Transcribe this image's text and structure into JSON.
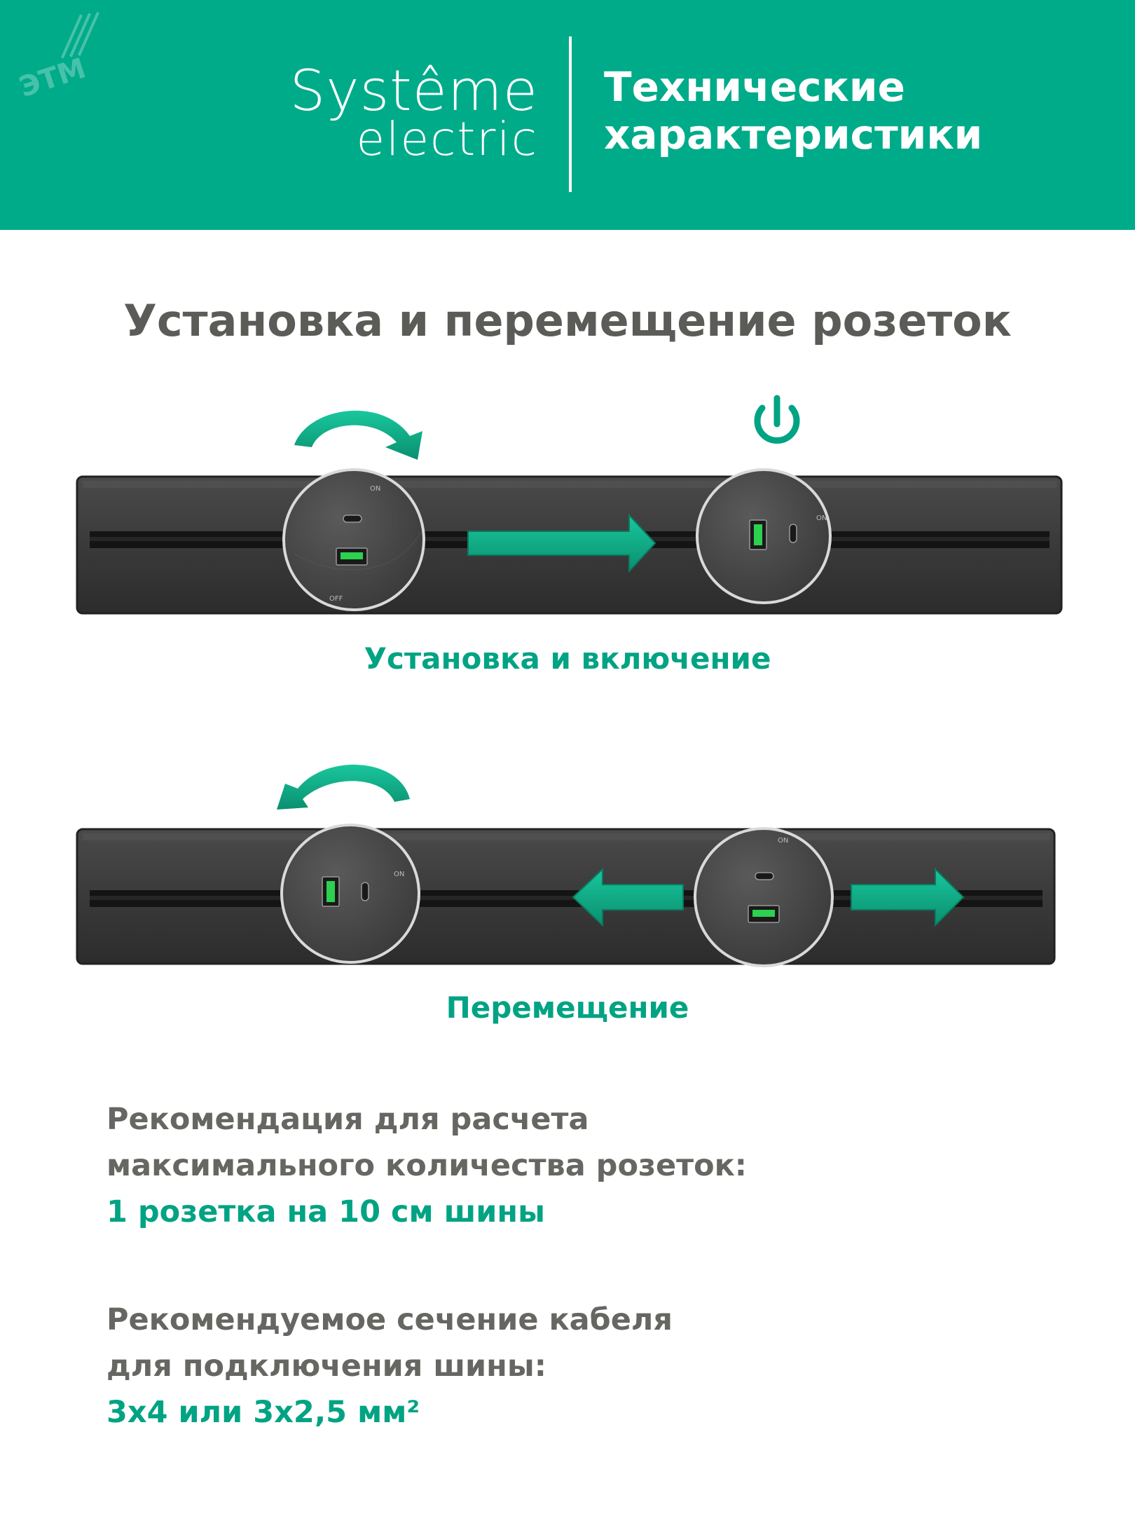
{
  "header": {
    "watermark": "ЭТМ",
    "logo_line1": "Systême",
    "logo_line2": "electric",
    "title_line1": "Технические",
    "title_line2": "характеристики"
  },
  "main": {
    "section_title": "Установка и перемещение розеток",
    "caption_install": "Установка и включение",
    "caption_move": "Перемещение",
    "recommendation_1": {
      "line1": "Рекомендация для расчета",
      "line2": "максимального количества розеток:",
      "highlight": "1 розетка на 10 см шины"
    },
    "recommendation_2": {
      "line1": "Рекомендуемое сечение кабеля",
      "line2": "для подключения шины:",
      "highlight": "3х4 или 3х2,5 мм²"
    }
  },
  "colors": {
    "brand_green": "#00ab8a",
    "accent_text": "#00a383",
    "body_text": "#666662",
    "bar_dark": "#3b3b3b"
  },
  "icons": [
    "rotate-clockwise-arrow-icon",
    "power-icon",
    "slide-right-arrow-icon",
    "rotate-counterclockwise-arrow-icon",
    "slide-left-arrow-icon",
    "usb-a-port-icon",
    "usb-c-port-icon"
  ]
}
